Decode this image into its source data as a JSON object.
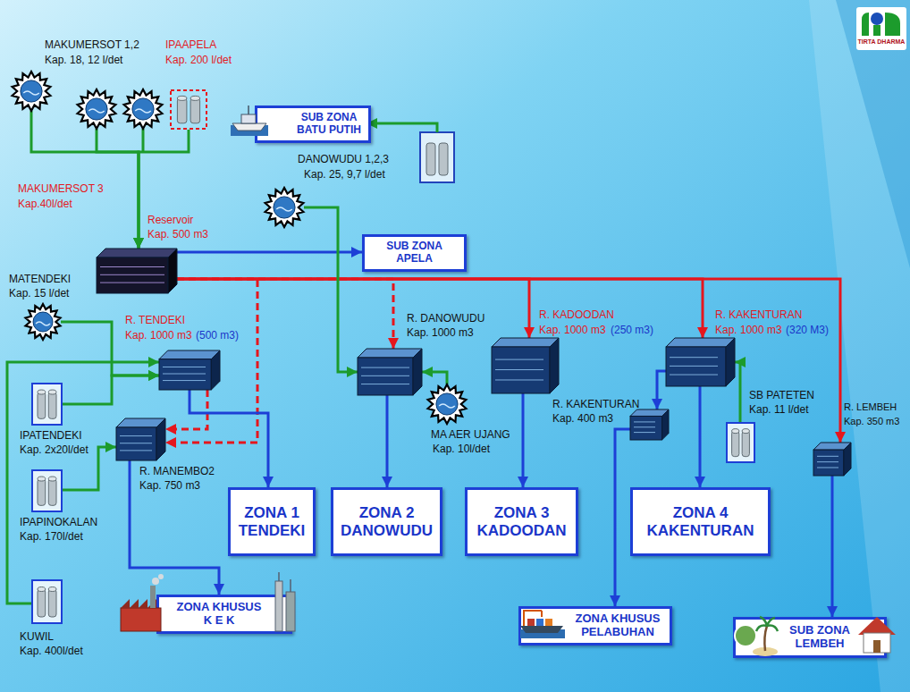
{
  "diagram": {
    "nodes": [
      {
        "text": [
          "MAKUMERSOT 3",
          "Kap.40l/det"
        ]
      },
      {
        "text": [
          "MAKUMERSOT 1,2",
          "Kap. 18, 12 l/det"
        ]
      },
      {
        "text": [
          "IPAAPELA",
          "Kap. 200 l/det"
        ]
      },
      {
        "text": [
          "SUB ZONA BATU PUTIH"
        ]
      },
      {
        "text": [
          "DANOWUDU 1,2,3",
          "Kap. 25, 9,7 l/det"
        ]
      },
      {
        "text": [
          "Reservoir",
          "Kap. 500 m3"
        ]
      },
      {
        "text": [
          "SUB ZONA APELA"
        ]
      },
      {
        "text": [
          "MATENDEKI",
          "Kap. 15 l/det"
        ]
      },
      {
        "text": [
          "R. TENDEKI",
          "Kap. 1000 m3",
          "(500 m3)"
        ]
      },
      {
        "text": [
          "R. DANOWUDU",
          "Kap. 1000 m3"
        ]
      },
      {
        "text": [
          "R. KADOODAN",
          "Kap. 1000 m3",
          "(250 m3)"
        ]
      },
      {
        "text": [
          "R. KAKENTURAN",
          "Kap. 1000 m3",
          "(320 M3)"
        ]
      },
      {
        "text": [
          "IPATENDEKI",
          "Kap. 2x20l/det"
        ]
      },
      {
        "text": [
          "R. MANEMBO2",
          "Kap. 750 m3"
        ]
      },
      {
        "text": [
          "MA AER UJANG",
          "Kap. 10l/det"
        ]
      },
      {
        "text": [
          "R. KAKENTURAN",
          "Kap. 400 m3"
        ]
      },
      {
        "text": [
          "SB PATETEN",
          "Kap. 11 l/det"
        ]
      },
      {
        "text": [
          "R. LEMBEH",
          "Kap. 350 m3"
        ]
      },
      {
        "text": [
          "IPAPINOKALAN",
          "Kap. 170l/det"
        ]
      },
      {
        "text": [
          "ZONA 1 TENDEKI"
        ]
      },
      {
        "text": [
          "ZONA 2 DANOWUDU"
        ]
      },
      {
        "text": [
          "ZONA 3 KADOODAN"
        ]
      },
      {
        "text": [
          "ZONA 4 KAKENTURAN"
        ]
      },
      {
        "text": [
          "KUWIL",
          "Kap. 400l/det"
        ]
      },
      {
        "text": [
          "ZONA KHUSUS K E K"
        ]
      },
      {
        "text": [
          "ZONA KHUSUS PELABUHAN"
        ]
      },
      {
        "text": [
          "SUB ZONA LEMBEH"
        ]
      }
    ],
    "edges": [
      {
        "from": 0,
        "to": 5,
        "arrow": "to"
      },
      {
        "from": 1,
        "to": 5,
        "arrow": "to"
      },
      {
        "from": 2,
        "to": 5,
        "arrow": "to"
      },
      {
        "from": 5,
        "to": 6,
        "arrow": "to"
      },
      {
        "from": 5,
        "to": 9,
        "arrow": "to"
      },
      {
        "from": 5,
        "to": 10,
        "arrow": "to"
      },
      {
        "from": 5,
        "to": 11,
        "arrow": "to"
      },
      {
        "from": 5,
        "to": 17,
        "arrow": "to"
      },
      {
        "from": 5,
        "to": 13,
        "arrow": "to"
      },
      {
        "from": 8,
        "to": 13,
        "arrow": "to"
      },
      {
        "from": 4,
        "to": 9,
        "arrow": "to"
      },
      {
        "from": 14,
        "to": 9,
        "arrow": "to"
      },
      {
        "from": 7,
        "to": 8,
        "arrow": "to"
      },
      {
        "from": 12,
        "to": 8,
        "arrow": "to"
      },
      {
        "from": 23,
        "to": 8,
        "arrow": "to"
      },
      {
        "from": 18,
        "to": 13,
        "arrow": "to"
      },
      {
        "from": 8,
        "to": 19,
        "arrow": "to"
      },
      {
        "from": 13,
        "to": 24,
        "arrow": "to"
      },
      {
        "from": 9,
        "to": 20,
        "arrow": "to"
      },
      {
        "from": 10,
        "to": 21,
        "arrow": "to"
      },
      {
        "from": 11,
        "to": 15,
        "arrow": "to"
      },
      {
        "from": 11,
        "to": 22,
        "arrow": "to"
      },
      {
        "from": 15,
        "to": 25,
        "arrow": "to"
      },
      {
        "from": 16,
        "to": 11,
        "arrow": "to"
      },
      {
        "from": 17,
        "to": 26,
        "arrow": "to"
      }
    ],
    "labels": [
      "TIRTA DHARMA"
    ]
  }
}
